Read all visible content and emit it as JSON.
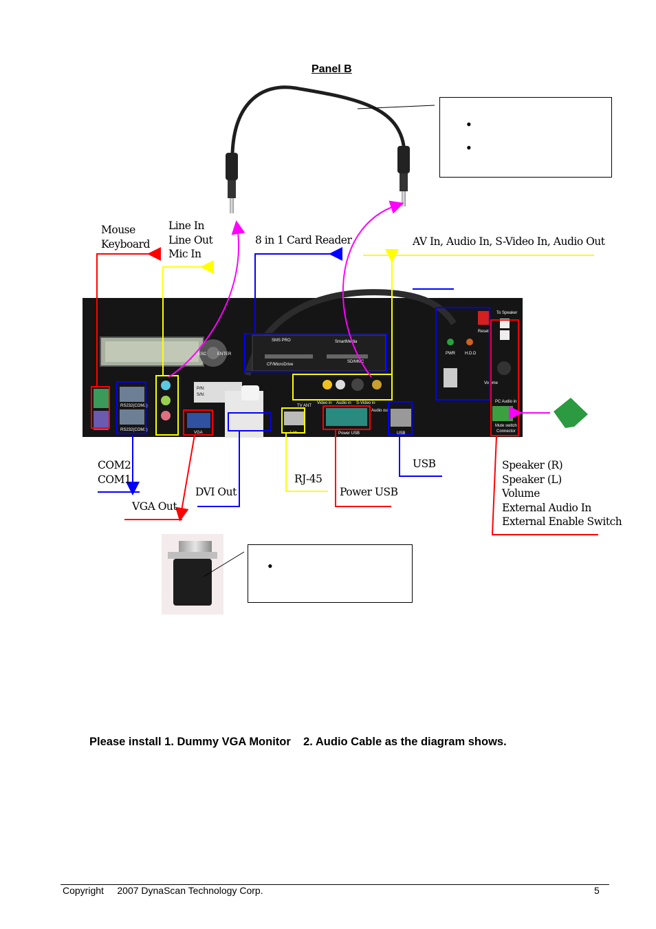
{
  "header": {
    "panel_title": "Panel B"
  },
  "labels": {
    "mouse_keyboard": [
      "Mouse",
      "Keyboard"
    ],
    "line_group": [
      "Line In",
      "Line Out",
      "Mic In"
    ],
    "card_reader": "8 in 1 Card Reader",
    "av": "AV In, Audio In, S-Video In, Audio Out",
    "com": [
      "COM2",
      "COM1"
    ],
    "vga_out": "VGA Out",
    "dvi_out": "DVI Out",
    "rj45": "RJ-45",
    "power_usb": "Power USB",
    "usb": "USB",
    "speaker_group": [
      "Speaker (R)",
      "Speaker (L)",
      "Volume",
      "External Audio In",
      "External Enable Switch"
    ]
  },
  "panel_text": {
    "lcd_esc": "ESC",
    "lcd_enter": "ENTER",
    "rs232_com2": "RS232(COM2)",
    "rs232_com1": "RS232(COM1)",
    "vga": "VGA",
    "sms_pro": "SMS PRO",
    "smartmedia": "SmartMedia",
    "cf_microdrive": "CF/MicroDrive",
    "sd_mmc": "SD/MMC",
    "tv_ant": "TV ANT",
    "video_in": "Video in",
    "audio_in": "Audio in",
    "s_video_in": "S-Video in",
    "audio_out": "Audio out",
    "lan": "Lan",
    "power_usb_port": "Power USB",
    "usb_port": "USB",
    "to_speaker": "To Speaker",
    "reset": "Reset",
    "pwr": "PWR",
    "hdd": "H.D.D",
    "volume": "Volume",
    "pc_audio_in": "PC Audio in",
    "mute_switch": "Mute switch",
    "connector": "Connector",
    "pn": "P/N:",
    "sn": "S/N:"
  },
  "instruction": "Please install 1. Dummy VGA Monitor    2. Audio Cable as the diagram shows.",
  "footer": {
    "copyright": "Copyright     2007 DynaScan Technology Corp.",
    "page_number": "5"
  },
  "colors": {
    "red": "#ff0000",
    "blue": "#0000ff",
    "yellow": "#ffff00",
    "magenta": "#ff00ff",
    "chassis": "#141414"
  }
}
